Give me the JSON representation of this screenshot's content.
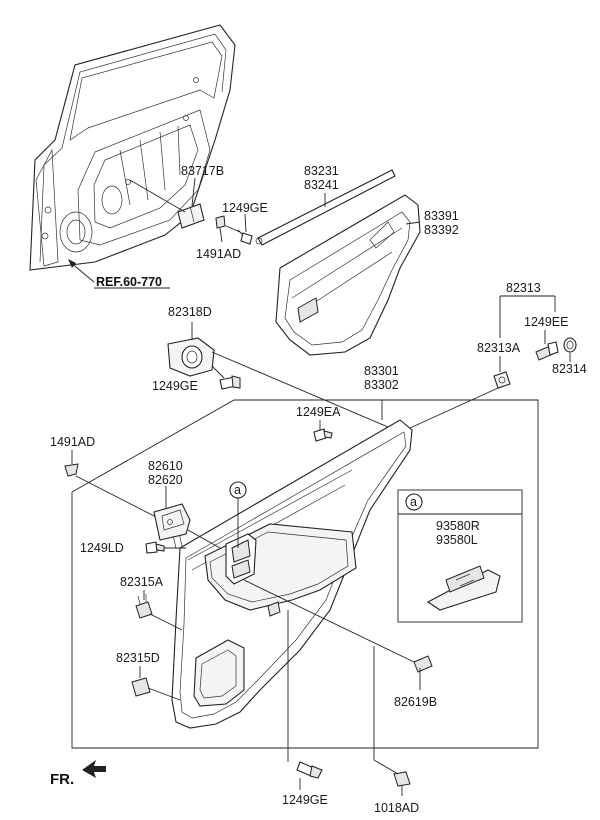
{
  "labels": {
    "p83717B": "83717B",
    "p1249GE_a": "1249GE",
    "p1491AD_a": "1491AD",
    "ref": "REF.60-770",
    "p83231": "83231",
    "p83241": "83241",
    "p83391": "83391",
    "p83392": "83392",
    "p82313": "82313",
    "p1249EE": "1249EE",
    "p82313A": "82313A",
    "p82314": "82314",
    "p82318D": "82318D",
    "p1249GE_b": "1249GE",
    "p83301": "83301",
    "p83302": "83302",
    "p1249EA": "1249EA",
    "p1491AD_b": "1491AD",
    "p82610": "82610",
    "p82620": "82620",
    "p1249LD": "1249LD",
    "p82315A": "82315A",
    "p82315D": "82315D",
    "p82619B": "82619B",
    "p1249GE_c": "1249GE",
    "p1018AD": "1018AD",
    "p93580R": "93580R",
    "p93580L": "93580L",
    "callout_a": "a",
    "inset_a": "a",
    "fr": "FR."
  }
}
